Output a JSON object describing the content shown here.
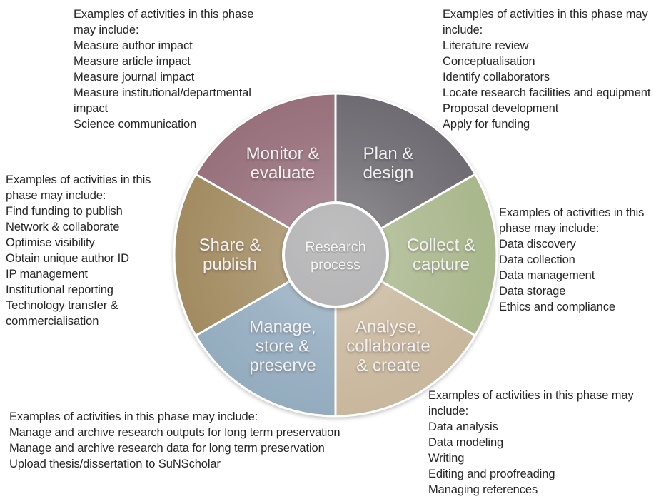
{
  "page": {
    "background": "#ffffff",
    "annotation_text_color": "#262626",
    "segment_label_color": "#f2f1f2"
  },
  "wheel": {
    "center_label": {
      "id": "research-process",
      "lines": [
        "Research",
        "process"
      ],
      "color": "#b3b3b5"
    },
    "segments": [
      {
        "id": "plan-design",
        "lines": [
          "Plan &",
          "design"
        ],
        "color": "#6e6b72",
        "start_angle": 0,
        "end_angle": 60
      },
      {
        "id": "collect-capture",
        "lines": [
          "Collect &",
          "capture"
        ],
        "color": "#a9b78c",
        "start_angle": 60,
        "end_angle": 120
      },
      {
        "id": "analyse-collaborate-create",
        "lines": [
          "Analyse,",
          "collaborate",
          "& create"
        ],
        "color": "#c8b79c",
        "start_angle": 120,
        "end_angle": 180
      },
      {
        "id": "manage-store-preserve",
        "lines": [
          "Manage,",
          "store &",
          "preserve"
        ],
        "color": "#93acbe",
        "start_angle": 180,
        "end_angle": 240
      },
      {
        "id": "share-publish",
        "lines": [
          "Share &",
          "publish"
        ],
        "color": "#a28b61",
        "start_angle": 240,
        "end_angle": 300
      },
      {
        "id": "monitor-evaluate",
        "lines": [
          "Monitor &",
          "evaluate"
        ],
        "color": "#97707c",
        "start_angle": 300,
        "end_angle": 360
      }
    ]
  },
  "annotations": [
    {
      "phase": "monitor-evaluate",
      "position": "top-left",
      "lines": [
        "Examples of activities in this phase",
        "may include:",
        "Measure author impact",
        "Measure article impact",
        "Measure journal impact",
        "Measure institutional/departmental",
        "impact",
        "Science communication"
      ]
    },
    {
      "phase": "plan-design",
      "position": "top-right",
      "lines": [
        "Examples of activities in this phase may",
        "include:",
        "Literature review",
        "Conceptualisation",
        "Identify collaborators",
        "Locate research facilities and equipment",
        "Proposal development",
        "Apply for funding"
      ]
    },
    {
      "phase": "share-publish",
      "position": "mid-left",
      "lines": [
        "Examples of activities in this",
        "phase may include:",
        "Find funding to publish",
        "Network & collaborate",
        "Optimise visibility",
        "Obtain unique author ID",
        "IP management",
        "Institutional reporting",
        "Technology transfer &",
        "commercialisation"
      ]
    },
    {
      "phase": "collect-capture",
      "position": "mid-right",
      "lines": [
        "Examples of activities in this",
        "phase may include:",
        "Data discovery",
        "Data collection",
        "Data management",
        "Data storage",
        "Ethics and compliance"
      ]
    },
    {
      "phase": "manage-store-preserve",
      "position": "bottom-left",
      "lines": [
        "Examples of activities in this phase may include:",
        "Manage and archive research outputs for long term preservation",
        "Manage and archive research data for long term preservation",
        "Upload thesis/dissertation to SuNScholar"
      ]
    },
    {
      "phase": "analyse-collaborate-create",
      "position": "bottom-right",
      "lines": [
        "Examples of activities in this phase may",
        "include:",
        "Data analysis",
        "Data modeling",
        "Writing",
        "Editing and proofreading",
        "Managing references"
      ]
    }
  ]
}
